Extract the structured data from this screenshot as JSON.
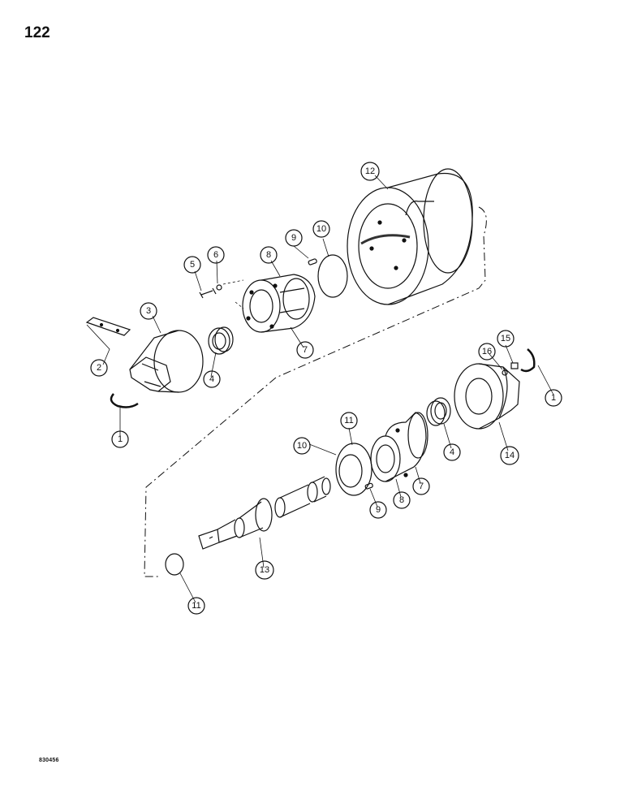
{
  "page": {
    "number": "122",
    "figure_code": "830456"
  },
  "callouts": [
    {
      "id": "c12",
      "label": "12"
    },
    {
      "id": "c10a",
      "label": "10"
    },
    {
      "id": "c9a",
      "label": "9"
    },
    {
      "id": "c8a",
      "label": "8"
    },
    {
      "id": "c6",
      "label": "6"
    },
    {
      "id": "c5",
      "label": "5"
    },
    {
      "id": "c3",
      "label": "3"
    },
    {
      "id": "c2",
      "label": "2"
    },
    {
      "id": "c4a",
      "label": "4"
    },
    {
      "id": "c7a",
      "label": "7"
    },
    {
      "id": "c1a",
      "label": "1"
    },
    {
      "id": "c15",
      "label": "15"
    },
    {
      "id": "c16",
      "label": "16"
    },
    {
      "id": "c1b",
      "label": "1"
    },
    {
      "id": "c14",
      "label": "14"
    },
    {
      "id": "c4b",
      "label": "4"
    },
    {
      "id": "c7b",
      "label": "7"
    },
    {
      "id": "c11a",
      "label": "11"
    },
    {
      "id": "c10b",
      "label": "10"
    },
    {
      "id": "c9b",
      "label": "9"
    },
    {
      "id": "c8b",
      "label": "8"
    },
    {
      "id": "c13",
      "label": "13"
    },
    {
      "id": "c11b",
      "label": "11"
    }
  ]
}
